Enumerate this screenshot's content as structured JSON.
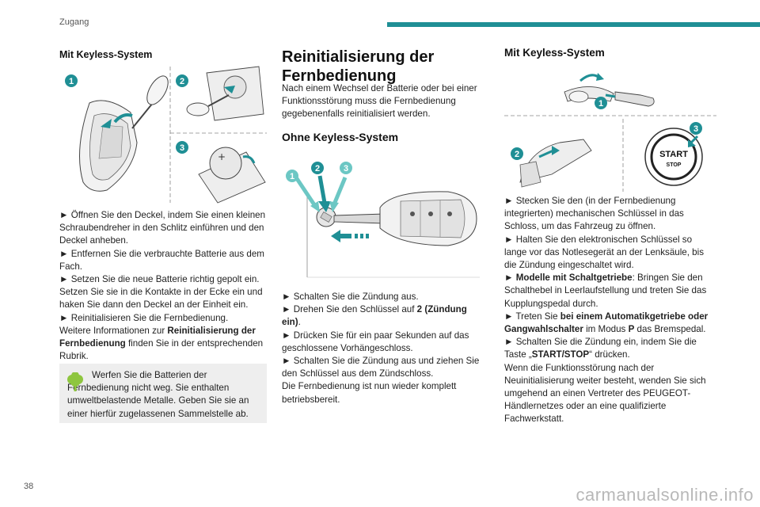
{
  "header": {
    "section": "Zugang",
    "accent_color": "#1f8f95"
  },
  "page_number": "38",
  "col1": {
    "heading": "Mit Keyless-System",
    "steps": [
      "► Öffnen Sie den Deckel, indem Sie einen kleinen Schraubendreher in den Schlitz einführen und den Deckel anheben.",
      "► Entfernen Sie die verbrauchte Batterie aus dem Fach.",
      "► Setzen Sie die neue Batterie richtig gepolt ein. Setzen Sie sie in die Kontakte in der Ecke ein und haken Sie dann den Deckel an der Einheit ein.",
      "► Reinitialisieren Sie die Fernbedienung."
    ],
    "more_info_pre": "Weitere Informationen zur ",
    "more_info_bold": "Reinitialisierung der Fernbedienung",
    "more_info_post": " finden Sie in der entsprechenden Rubrik.",
    "note": "Werfen Sie die Batterien der Fernbedienung nicht weg. Sie enthalten umweltbelastende Metalle. Geben Sie sie an einer hierfür zugelassenen Sammelstelle ab.",
    "badges": [
      "1",
      "2",
      "3"
    ]
  },
  "col2": {
    "title": "Reinitialisierung der Fernbedienung",
    "intro": "Nach einem Wechsel der Batterie oder bei einer Funktionsstörung muss die Fernbedienung gegebenenfalls reinitialisiert werden.",
    "subheading": "Ohne Keyless-System",
    "badges": [
      "1",
      "2",
      "3"
    ],
    "step1": "► Schalten Sie die Zündung aus.",
    "step2_pre": "► Drehen Sie den Schlüssel auf ",
    "step2_bold": "2 (Zündung ein)",
    "step2_post": ".",
    "step3": "► Drücken Sie für ein paar Sekunden auf das geschlossene Vorhängeschloss.",
    "step4": "► Schalten Sie die Zündung aus und ziehen Sie den Schlüssel aus dem Zündschloss.",
    "closing": "Die Fernbedienung ist nun wieder komplett betriebsbereit."
  },
  "col3": {
    "heading": "Mit Keyless-System",
    "badges": [
      "1",
      "2",
      "3"
    ],
    "start_label": "START",
    "stop_label": "STOP",
    "step1": "► Stecken Sie den (in der Fernbedienung integrierten) mechanischen Schlüssel in das Schloss, um das Fahrzeug zu öffnen.",
    "step2": "► Halten Sie den elektronischen Schlüssel so lange vor das Notlesegerät an der Lenksäule, bis die Zündung eingeschaltet wird.",
    "step3_bold": "Modelle mit Schaltgetriebe",
    "step3_post": ": Bringen Sie den Schalthebel in Leerlaufstellung und treten Sie das Kupplungspedal durch.",
    "step4_pre": "► Treten Sie ",
    "step4_bold1": "bei einem Automatikgetriebe oder Gangwahlschalter",
    "step4_mid": " im Modus ",
    "step4_bold2": "P",
    "step4_post": " das Bremspedal.",
    "step5": "► Schalten Sie die Zündung ein, indem Sie die",
    "step5b_pre": "Taste „",
    "step5b_bold": "START/STOP",
    "step5b_post": "“ drücken.",
    "closing": "Wenn die Funktionsstörung nach der Neuinitialisierung weiter besteht, wenden Sie sich umgehend an einen Vertreter des PEUGEOT-Händlernetzes oder an eine qualifizierte Fachwerkstatt."
  },
  "watermark": "carmanualsonline.info"
}
